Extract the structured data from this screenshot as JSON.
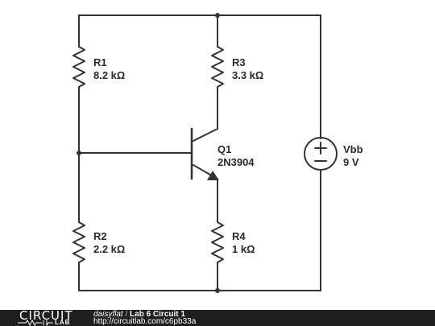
{
  "components": {
    "r1": {
      "ref": "R1",
      "value": "8.2 kΩ"
    },
    "r2": {
      "ref": "R2",
      "value": "2.2 kΩ"
    },
    "r3": {
      "ref": "R3",
      "value": "3.3 kΩ"
    },
    "r4": {
      "ref": "R4",
      "value": "1 kΩ"
    },
    "q1": {
      "ref": "Q1",
      "value": "2N3904"
    },
    "vbb": {
      "ref": "Vbb",
      "value": "9 V"
    }
  },
  "footer": {
    "logo_word": "CIRCUIT",
    "logo_sub": "LAB",
    "author": "daisyflat",
    "separator": "/",
    "title": "Lab 6 Circuit 1",
    "url": "http://circuitlab.com/c6pb33a"
  },
  "colors": {
    "wire": "#333333",
    "footer_bg": "#1f1f1f"
  }
}
